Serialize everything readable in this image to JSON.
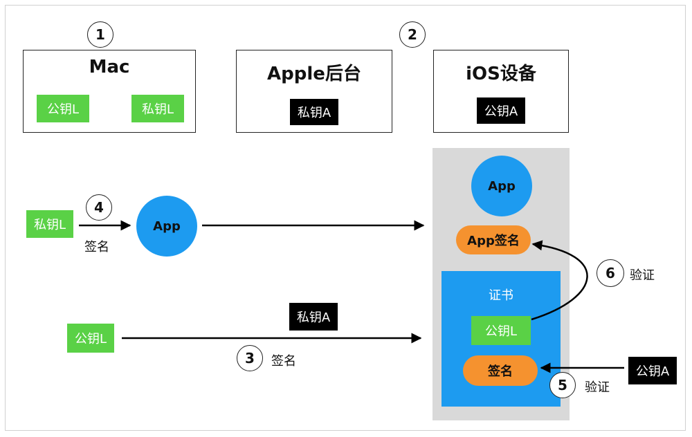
{
  "steps": [
    "1",
    "2",
    "3",
    "4",
    "5",
    "6"
  ],
  "mac": {
    "title": "Mac",
    "public_key": "公钥L",
    "private_key": "私钥L"
  },
  "apple": {
    "title": "Apple后台",
    "private_key": "私钥A"
  },
  "ios": {
    "title": "iOS设备",
    "public_key": "公钥A"
  },
  "device_panel": {
    "app": "App",
    "app_signature": "App签名",
    "certificate": {
      "title": "证书",
      "public_key": "公钥L",
      "signature": "签名"
    }
  },
  "flow_sign_app": {
    "key": "私钥L",
    "label": "签名",
    "app": "App"
  },
  "flow_sign_cert": {
    "key": "公钥L",
    "signer": "私钥A",
    "label": "签名"
  },
  "verify_app": {
    "label": "验证"
  },
  "verify_cert": {
    "label": "验证",
    "key": "公钥A"
  },
  "colors": {
    "green": "#5ad146",
    "blue": "#1d9bf0",
    "orange": "#f5922f",
    "gray_panel": "#d9d9d9",
    "black": "#000000"
  }
}
